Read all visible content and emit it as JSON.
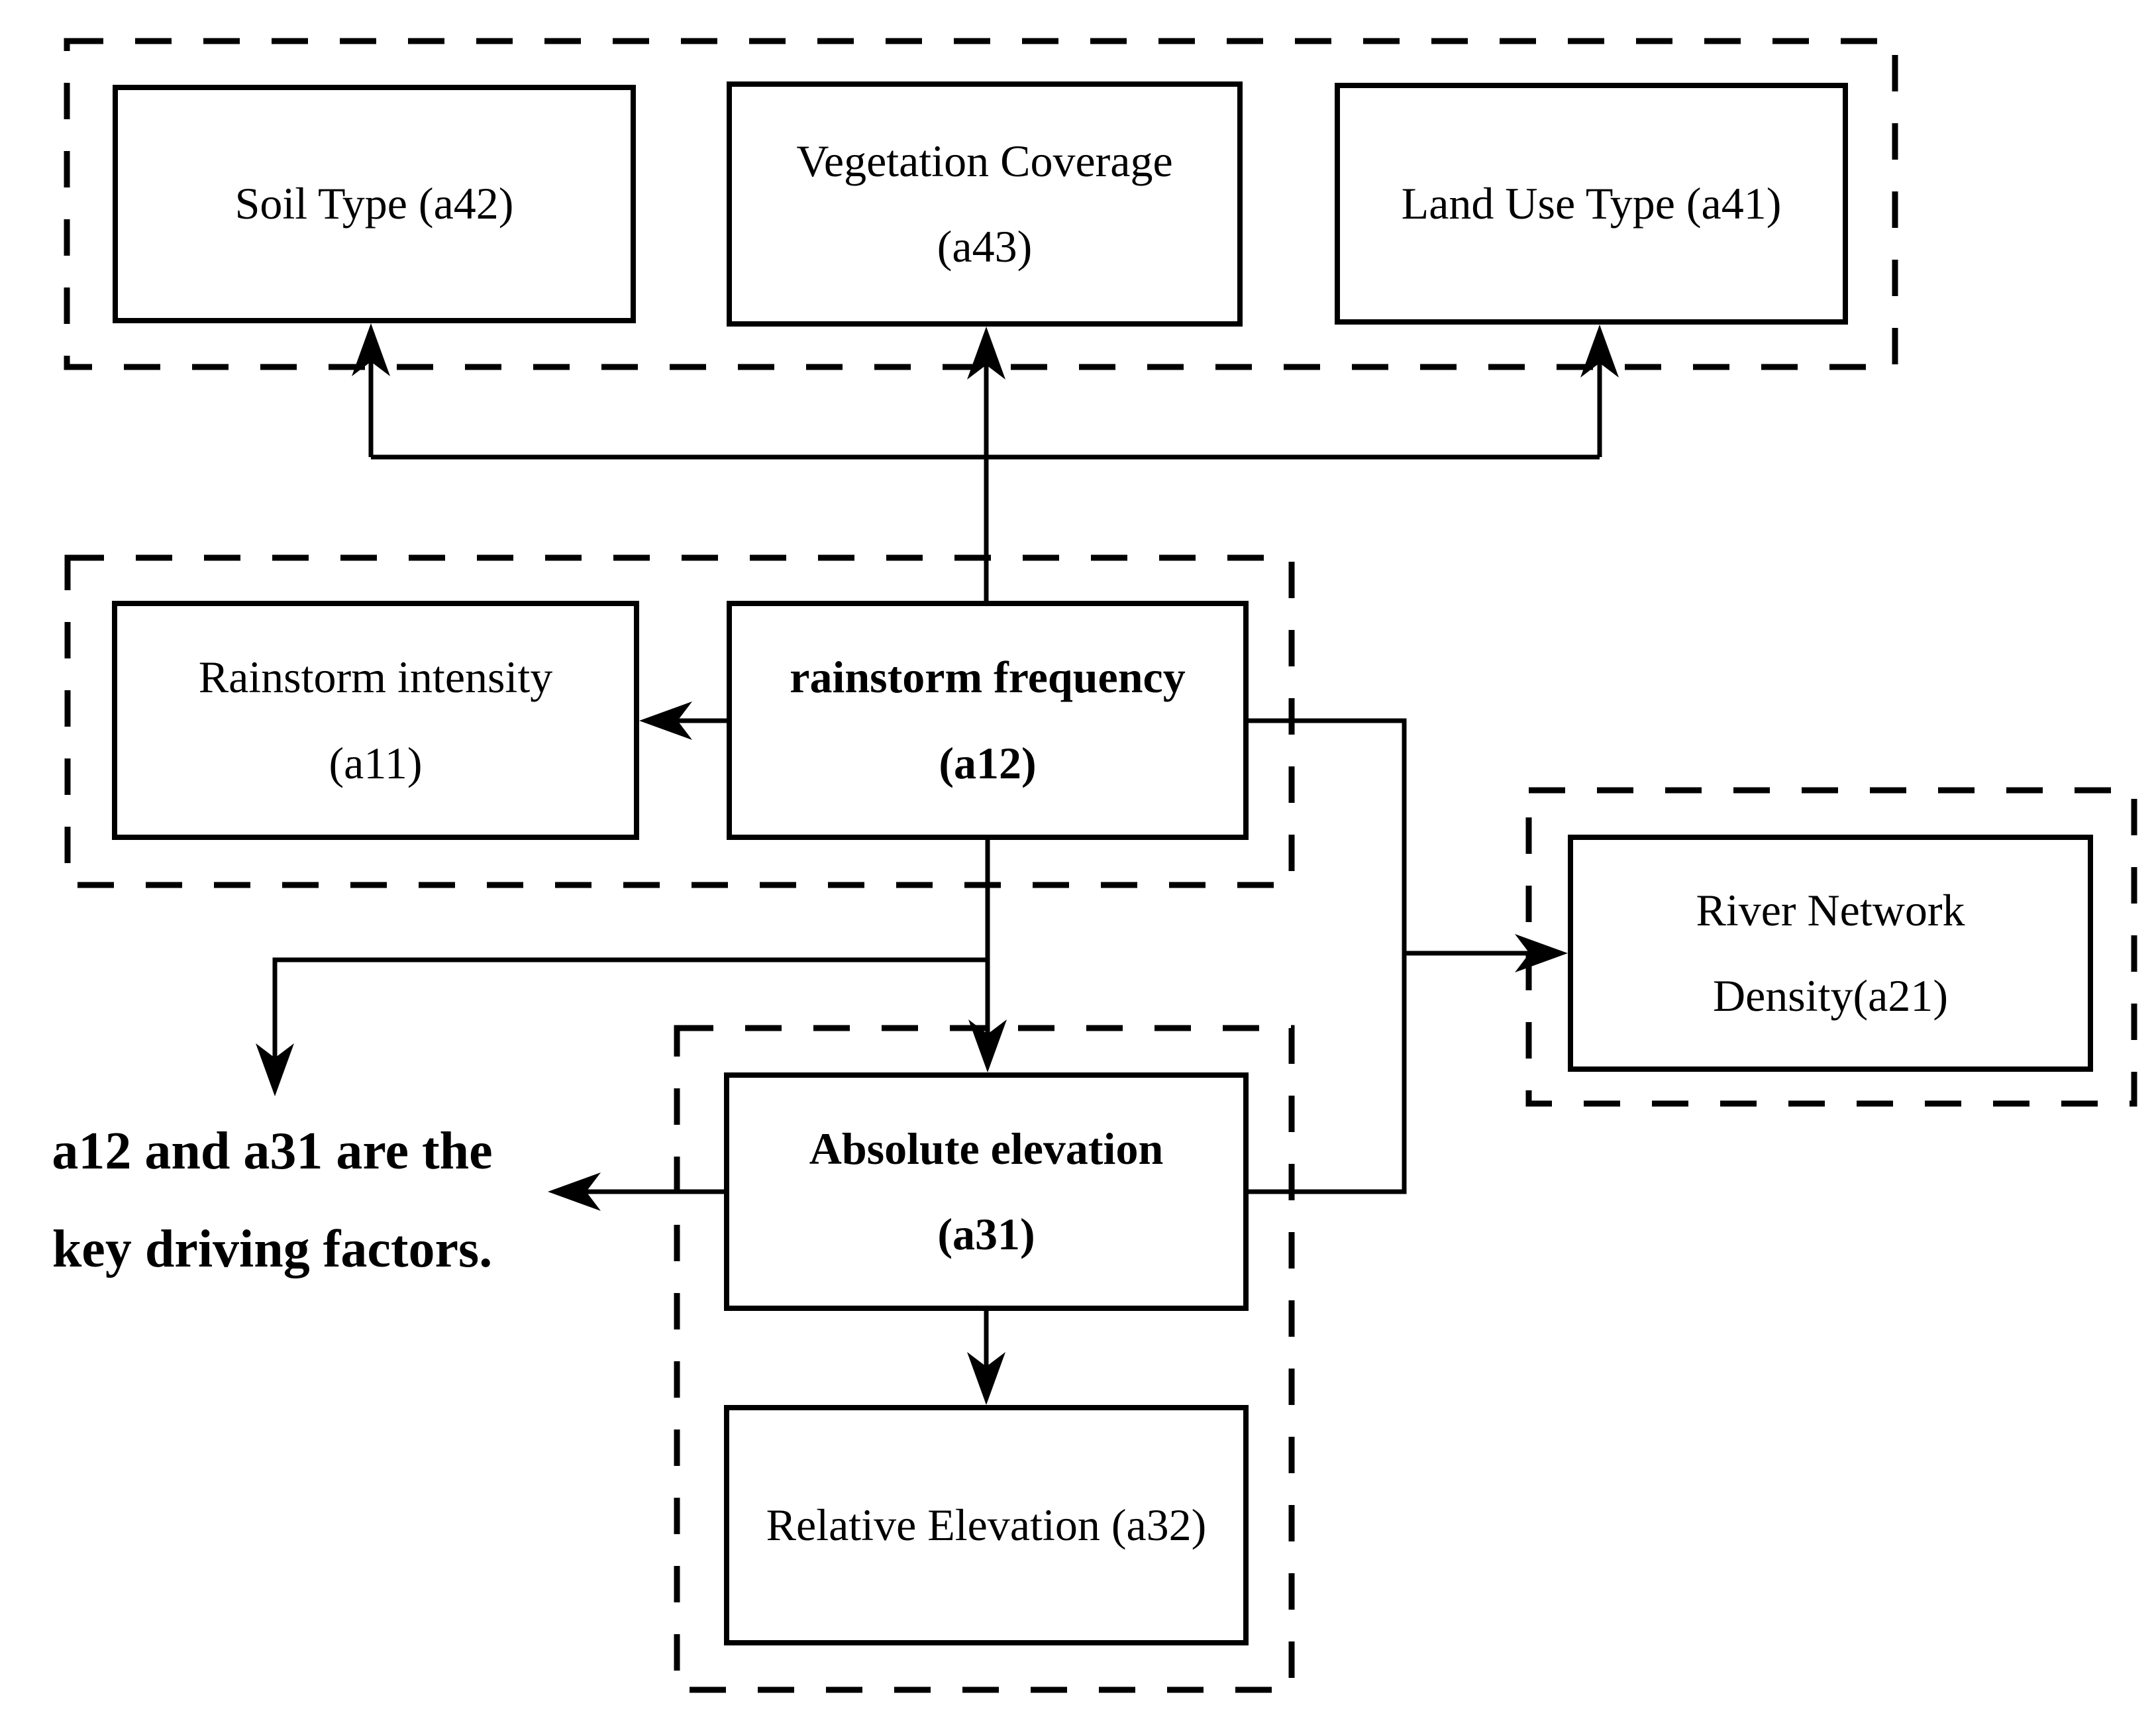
{
  "diagram": {
    "colors": {
      "ink": "#000000",
      "background": "#ffffff"
    },
    "nodes": {
      "soil_type": {
        "label": "Soil Type (a42)"
      },
      "vegetation_coverage": {
        "label": "Vegetation Coverage\n(a43)"
      },
      "land_use_type": {
        "label": "Land Use Type (a41)"
      },
      "rainstorm_intensity": {
        "label": "Rainstorm intensity\n(a11)"
      },
      "rainstorm_frequency": {
        "label": "rainstorm frequency\n(a12)"
      },
      "river_network_density": {
        "label": "River Network\nDensity(a21)"
      },
      "absolute_elevation": {
        "label": "Absolute elevation\n(a31)"
      },
      "relative_elevation": {
        "label": "Relative Elevation (a32)"
      },
      "annotation": {
        "label": "a12 and a31 are the\nkey driving factors."
      }
    }
  }
}
